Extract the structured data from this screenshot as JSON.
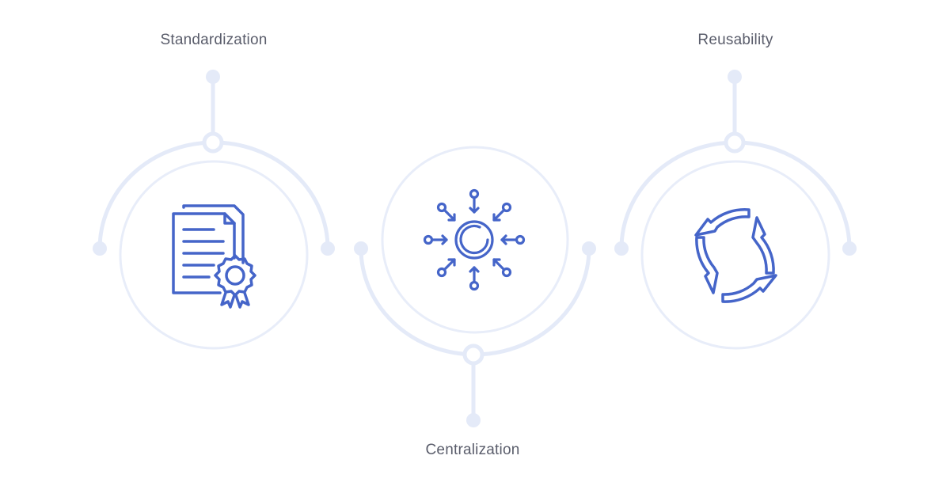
{
  "diagram": {
    "nodes": [
      {
        "id": "standardization",
        "label": "Standardization",
        "icon": "certified-document-icon"
      },
      {
        "id": "centralization",
        "label": "Centralization",
        "icon": "hub-arrows-icon"
      },
      {
        "id": "reusability",
        "label": "Reusability",
        "icon": "recycle-arrows-icon"
      }
    ]
  },
  "colors": {
    "icon_stroke": "#4565c9",
    "ring_light": "#e8edf9",
    "ring_connector": "#e4eaf8",
    "label_text": "#5a5d6b",
    "background": "#ffffff"
  }
}
